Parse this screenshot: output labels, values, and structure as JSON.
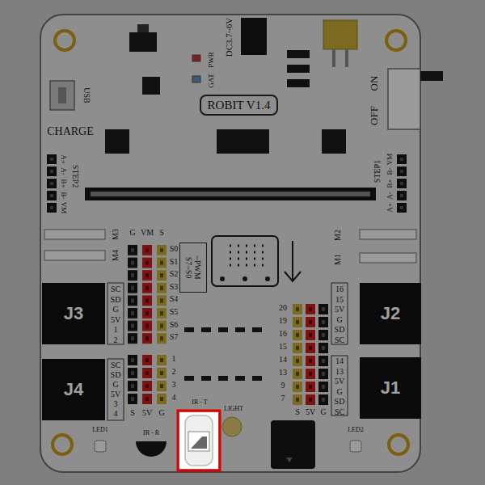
{
  "diagram": {
    "nodes": [
      {
        "text": [
          "ROBIT V1.4"
        ]
      },
      {
        "text": [
          "~PWM",
          "S7~S0"
        ]
      },
      {
        "text": [
          "J3"
        ]
      },
      {
        "text": [
          "J2"
        ]
      },
      {
        "text": [
          "J4"
        ]
      },
      {
        "text": [
          "J1"
        ]
      }
    ],
    "labels": [
      "USB",
      "CHARGE",
      "PWR",
      "GAT",
      "DC3.7~6V",
      "ON",
      "OFF",
      "STEP2",
      "A+",
      "A-",
      "B+",
      "B-",
      "VM",
      "STEP1",
      "VM",
      "B-",
      "B+",
      "A-",
      "A+",
      "M3",
      "M4",
      "M2",
      "M1",
      "G",
      "VM",
      "S",
      "S0",
      "S1",
      "S2",
      "S3",
      "S4",
      "S5",
      "S6",
      "S7",
      "SC",
      "SD",
      "G",
      "5V",
      "1",
      "2",
      "16",
      "15",
      "5V",
      "G",
      "SD",
      "SC",
      "20",
      "19",
      "16",
      "15",
      "14",
      "13",
      "9",
      "7",
      "SC",
      "SD",
      "G",
      "5V",
      "3",
      "4",
      "14",
      "13",
      "5V",
      "G",
      "SD",
      "SC",
      "1",
      "2",
      "3",
      "4",
      "S",
      "5V",
      "G",
      "S",
      "5V",
      "G",
      "IR - T",
      "LIGHT",
      "LED1",
      "IR - R",
      "LED2"
    ]
  }
}
